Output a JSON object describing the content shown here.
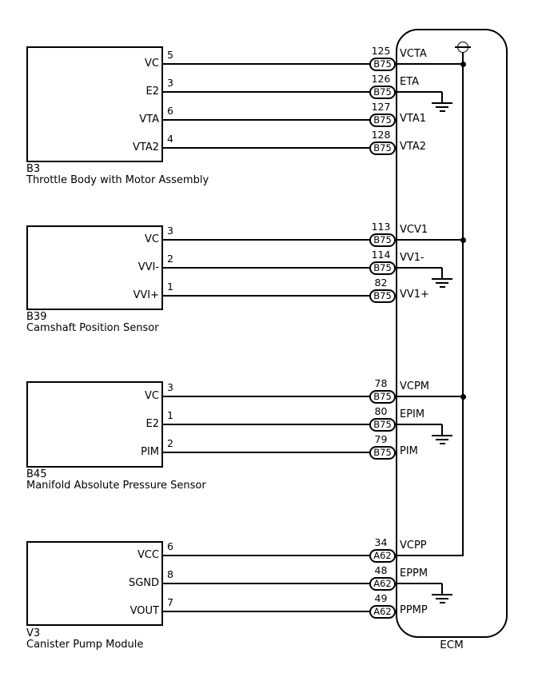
{
  "colors": {
    "line": "#000000",
    "background": "#ffffff",
    "text": "#000000"
  },
  "icons": {
    "shield_ground": "circle-with-horizontal-bar",
    "ground": "three-bar-ground-symbol",
    "junction": "filled-dot"
  },
  "ecm": {
    "label": "ECM"
  },
  "modules": [
    {
      "id": "B3",
      "name": "Throttle Body with Motor Assembly",
      "pins": [
        {
          "pin": "5",
          "label": "VC",
          "terminal": "125",
          "connector": "B75",
          "signal": "VCTA",
          "connection": "power-bus"
        },
        {
          "pin": "3",
          "label": "E2",
          "terminal": "126",
          "connector": "B75",
          "signal": "ETA",
          "connection": "ground"
        },
        {
          "pin": "6",
          "label": "VTA",
          "terminal": "127",
          "connector": "B75",
          "signal": "VTA1",
          "connection": "none"
        },
        {
          "pin": "4",
          "label": "VTA2",
          "terminal": "128",
          "connector": "B75",
          "signal": "VTA2",
          "connection": "none"
        }
      ]
    },
    {
      "id": "B39",
      "name": "Camshaft Position Sensor",
      "pins": [
        {
          "pin": "3",
          "label": "VC",
          "terminal": "113",
          "connector": "B75",
          "signal": "VCV1",
          "connection": "power-bus"
        },
        {
          "pin": "2",
          "label": "VVI-",
          "terminal": "114",
          "connector": "B75",
          "signal": "VV1-",
          "connection": "ground"
        },
        {
          "pin": "1",
          "label": "VVI+",
          "terminal": "82",
          "connector": "B75",
          "signal": "VV1+",
          "connection": "none"
        }
      ]
    },
    {
      "id": "B45",
      "name": "Manifold Absolute Pressure Sensor",
      "pins": [
        {
          "pin": "3",
          "label": "VC",
          "terminal": "78",
          "connector": "B75",
          "signal": "VCPM",
          "connection": "power-bus"
        },
        {
          "pin": "1",
          "label": "E2",
          "terminal": "80",
          "connector": "B75",
          "signal": "EPIM",
          "connection": "ground"
        },
        {
          "pin": "2",
          "label": "PIM",
          "terminal": "79",
          "connector": "B75",
          "signal": "PIM",
          "connection": "none"
        }
      ]
    },
    {
      "id": "V3",
      "name": "Canister Pump Module",
      "pins": [
        {
          "pin": "6",
          "label": "VCC",
          "terminal": "34",
          "connector": "A62",
          "signal": "VCPP",
          "connection": "power-bus-end"
        },
        {
          "pin": "8",
          "label": "SGND",
          "terminal": "48",
          "connector": "A62",
          "signal": "EPPM",
          "connection": "ground"
        },
        {
          "pin": "7",
          "label": "VOUT",
          "terminal": "49",
          "connector": "A62",
          "signal": "PPMP",
          "connection": "none"
        }
      ]
    }
  ]
}
